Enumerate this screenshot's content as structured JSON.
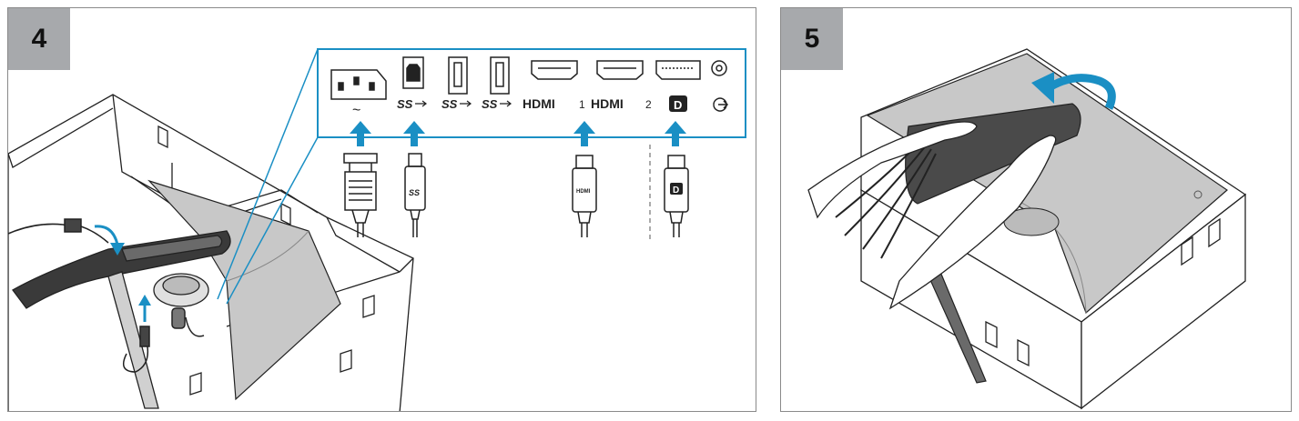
{
  "steps": [
    {
      "number": "4"
    },
    {
      "number": "5"
    }
  ],
  "ports": [
    {
      "id": "power",
      "label": "~",
      "icon": "ac-power-inlet-icon"
    },
    {
      "id": "usb-b",
      "label": "SS",
      "icon": "usb-b-port-icon"
    },
    {
      "id": "usb-a-1",
      "label": "SS",
      "icon": "usb-a-port-icon"
    },
    {
      "id": "usb-a-2",
      "label": "SS",
      "icon": "usb-a-port-icon"
    },
    {
      "id": "hdmi-1",
      "label": "HDMI",
      "number": "1",
      "icon": "hdmi-port-icon"
    },
    {
      "id": "hdmi-2",
      "label": "HDMI",
      "number": "2",
      "icon": "hdmi-port-icon"
    },
    {
      "id": "displayport",
      "label": "D",
      "icon": "displayport-port-icon"
    },
    {
      "id": "headphone",
      "label": "",
      "icon": "headphone-jack-icon"
    }
  ],
  "cables": [
    {
      "id": "power-cable",
      "icon": "power-cable-icon"
    },
    {
      "id": "usb-cable",
      "label": "SS",
      "icon": "usb-cable-icon"
    },
    {
      "id": "hdmi-cable",
      "label": "HDMI",
      "icon": "hdmi-cable-icon"
    },
    {
      "id": "dp-cable",
      "label": "D",
      "icon": "displayport-cable-icon"
    }
  ],
  "colors": {
    "accent": "#1a8fc4",
    "badge": "#a7a9ac",
    "line": "#222222",
    "screen_gray": "#c8c8c8",
    "border": "#8a8a8a"
  }
}
